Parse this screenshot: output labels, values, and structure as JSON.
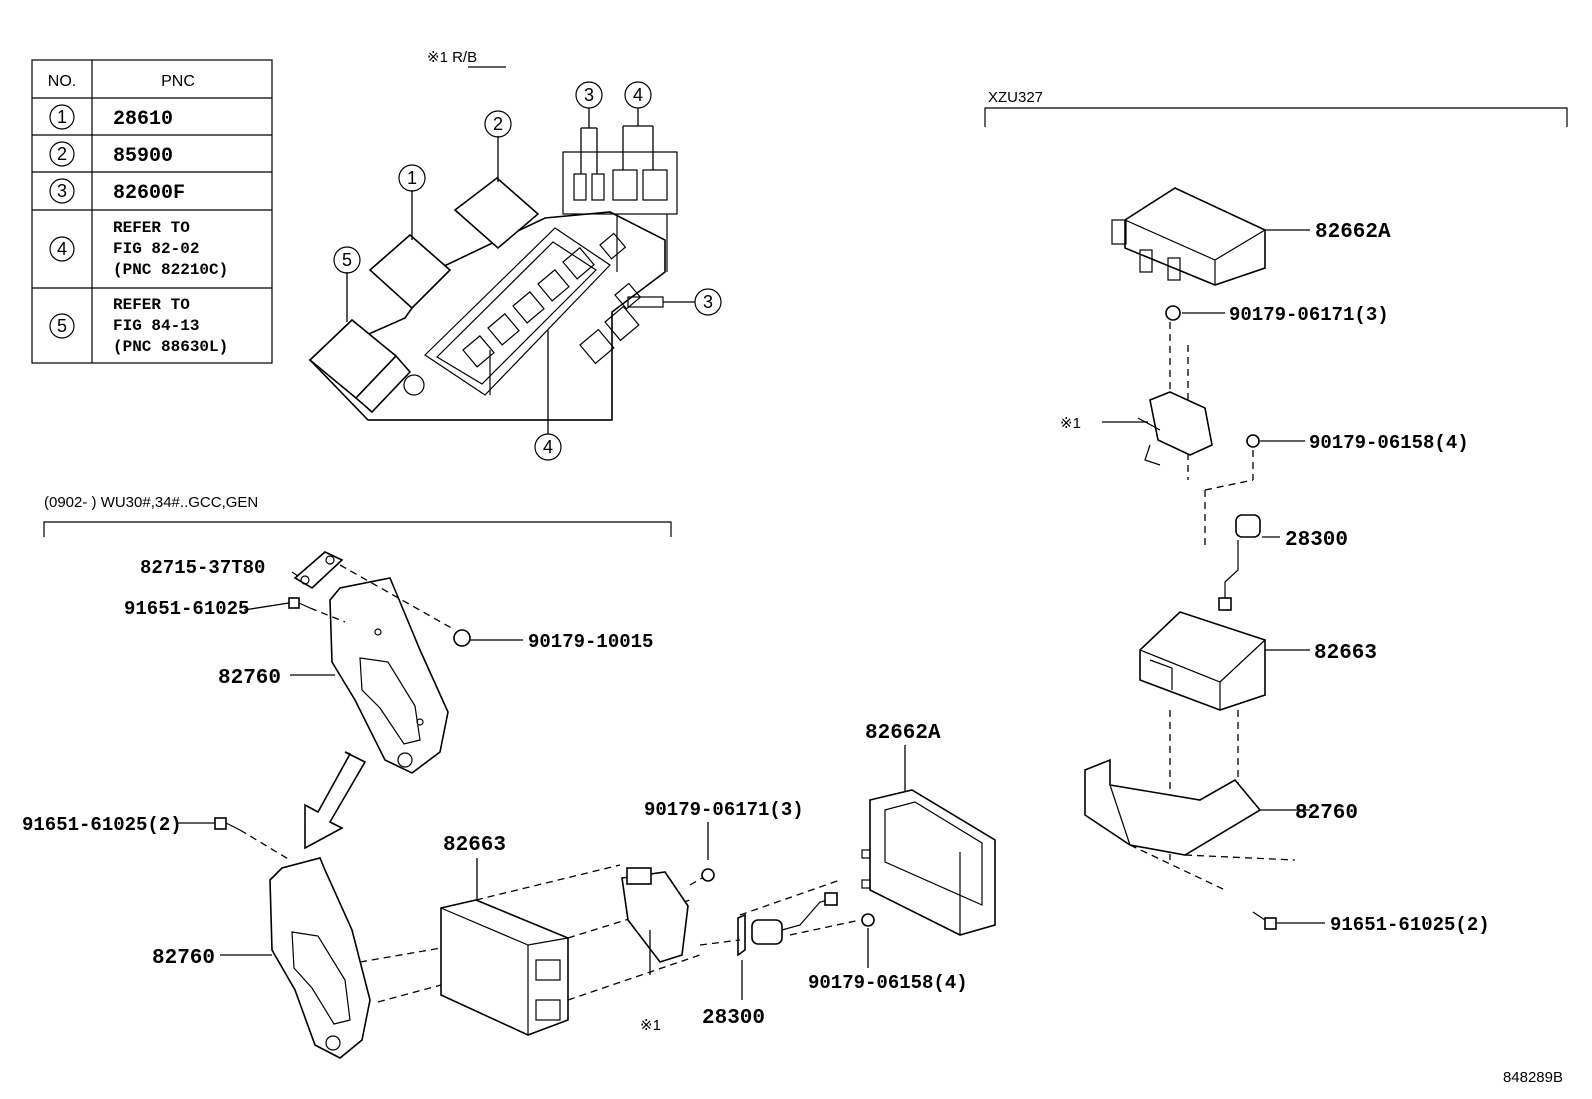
{
  "table": {
    "col_no": "NO.",
    "col_pnc": "PNC",
    "rows": [
      {
        "no": "1",
        "pnc": [
          "28610"
        ]
      },
      {
        "no": "2",
        "pnc": [
          "85900"
        ]
      },
      {
        "no": "3",
        "pnc": [
          "82600F"
        ]
      },
      {
        "no": "4",
        "pnc": [
          "REFER TO",
          "FIG 82-02",
          "(PNC 82210C)"
        ]
      },
      {
        "no": "5",
        "pnc": [
          "REFER TO",
          "FIG 84-13",
          "(PNC 88630L)"
        ]
      }
    ]
  },
  "rb_header": "※1  R/B",
  "rb_callouts": {
    "c1": "1",
    "c2": "2",
    "c3a": "3",
    "c4a": "4",
    "c5": "5",
    "c3b": "3",
    "c4b": "4"
  },
  "left_group_label": "(0902-        )  WU30#,34#..GCC,GEN",
  "right_group_label": "XZU327",
  "left_parts": {
    "p1": "82715-37T80",
    "p2": "91651-61025",
    "p3": "90179-10015",
    "p4": "82760",
    "p5": "91651-61025(2)",
    "p6": "82760",
    "p7": "82663",
    "p8": "90179-06171(3)",
    "p9": "※1",
    "p10": "28300",
    "p11": "90179-06158(4)",
    "p12": "82662A"
  },
  "right_parts": {
    "r1": "82662A",
    "r2": "90179-06171(3)",
    "r3": "※1",
    "r4": "90179-06158(4)",
    "r5": "28300",
    "r6": "82663",
    "r7": "82760",
    "r8": "91651-61025(2)"
  },
  "figure_id": "848289B"
}
